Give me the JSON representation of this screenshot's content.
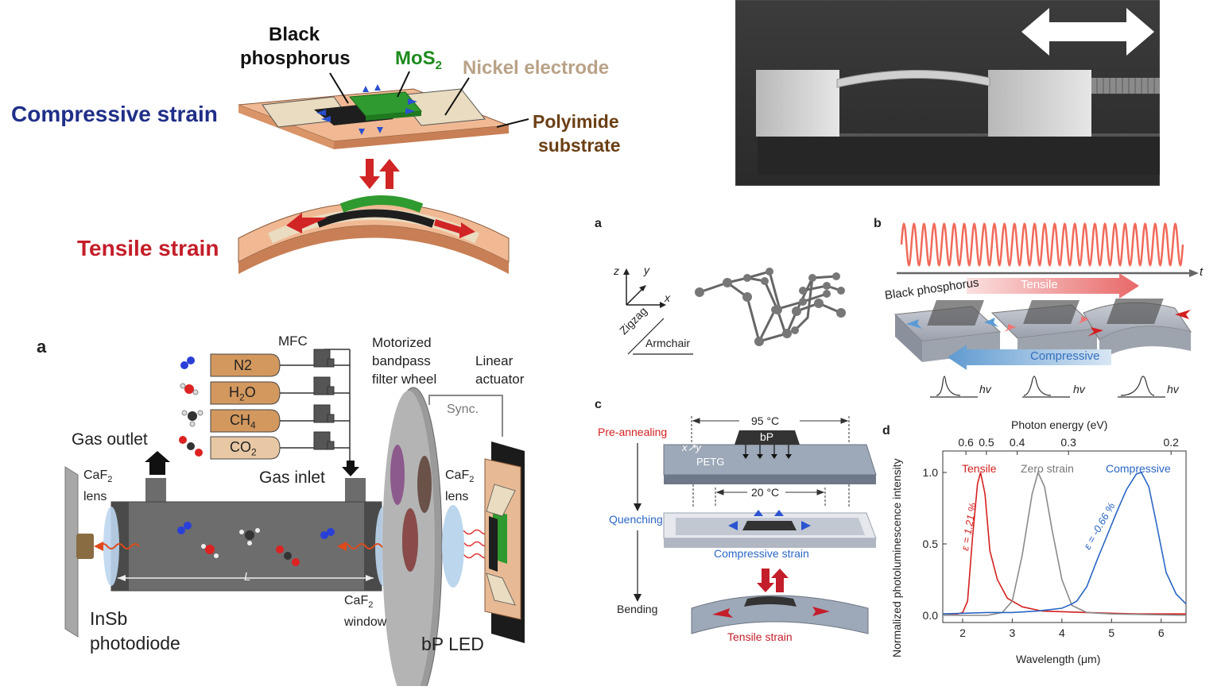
{
  "strain_fig": {
    "bp_label_1": "Black",
    "bp_label_2": "phosphorus",
    "mos2_label": "MoS",
    "mos2_sub": "2",
    "nickel_label": "Nickel electrode",
    "compressive_label": "Compressive strain",
    "polyimide_label_1": "Polyimide",
    "polyimide_label_2": "substrate",
    "tensile_label": "Tensile strain"
  },
  "gas_fig": {
    "panel_letter": "a",
    "mfc": "MFC",
    "gases": [
      {
        "label": "N2"
      },
      {
        "label": "H",
        "sub": "2",
        "tail": "O"
      },
      {
        "label": "CH",
        "sub": "4",
        "tail": ""
      },
      {
        "label": "CO",
        "sub": "2",
        "tail": ""
      }
    ],
    "motorized_1": "Motorized",
    "motorized_2": "bandpass",
    "motorized_3": "filter wheel",
    "linear_1": "Linear",
    "linear_2": "actuator",
    "sync": "Sync.",
    "gas_outlet": "Gas outlet",
    "gas_inlet": "Gas inlet",
    "caf2": "CaF",
    "caf2_sub": "2",
    "lens": "lens",
    "window": "window",
    "length": "L",
    "insb_1": "InSb",
    "insb_2": "photodiode",
    "bp_led": "bP LED"
  },
  "fig_a": {
    "letter": "a",
    "axis_z": "z",
    "axis_y": "y",
    "axis_x": "x",
    "zigzag": "Zigzag",
    "armchair": "Armchair"
  },
  "fig_b": {
    "letter": "b",
    "t": "t",
    "black_phosphorus": "Black phosphorus",
    "tensile": "Tensile",
    "compressive": "Compressive",
    "hv": "hv"
  },
  "fig_c": {
    "letter": "c",
    "temp1": "95 °C",
    "temp2": "20 °C",
    "bp": "bP",
    "petg": "PETG",
    "axis_x": "x",
    "axis_y": "y",
    "pre_annealing": "Pre-annealing",
    "quenching": "Quenching",
    "bending": "Bending",
    "compressive_strain": "Compressive strain",
    "tensile_strain": "Tensile strain"
  },
  "chart_data": {
    "type": "line",
    "panel_letter": "d",
    "xlabel": "Wavelength (μm)",
    "ylabel": "Normalized photoluminescence intensity",
    "top_axis_label": "Photon energy (eV)",
    "xlim": [
      1.6,
      6.5
    ],
    "ylim": [
      -0.05,
      1.15
    ],
    "x_ticks": [
      2,
      3,
      4,
      5,
      6
    ],
    "y_ticks": [
      0.0,
      0.5,
      1.0
    ],
    "y_tick_labels": [
      "0.0",
      "0.5",
      "1.0"
    ],
    "top_ticks": [
      0.6,
      0.5,
      0.4,
      0.3,
      0.2
    ],
    "top_tick_labels": [
      "0.6",
      "0.5",
      "0.4",
      "0.3",
      "0.2"
    ],
    "series_labels": {
      "tensile": "Tensile",
      "zero": "Zero strain",
      "compressive": "Compressive",
      "tensile_eps": "ε = 1.21 %",
      "compressive_eps": "ε = -0.66 %"
    },
    "series": [
      {
        "name": "Tensile",
        "color": "#d42020",
        "x": [
          1.6,
          1.9,
          2.0,
          2.1,
          2.2,
          2.3,
          2.36,
          2.45,
          2.55,
          2.7,
          2.9,
          3.2,
          3.6,
          4.5,
          5.5,
          6.5
        ],
        "y": [
          0.01,
          0.01,
          0.02,
          0.1,
          0.55,
          0.92,
          1.0,
          0.85,
          0.45,
          0.25,
          0.12,
          0.06,
          0.03,
          0.02,
          0.01,
          0.01
        ]
      },
      {
        "name": "Zero strain",
        "color": "#8a8a8a",
        "x": [
          1.6,
          2.5,
          2.8,
          3.0,
          3.2,
          3.4,
          3.52,
          3.65,
          3.8,
          4.0,
          4.2,
          4.5,
          5.0,
          6.5
        ],
        "y": [
          0.0,
          0.0,
          0.02,
          0.1,
          0.42,
          0.85,
          1.0,
          0.9,
          0.6,
          0.25,
          0.07,
          0.02,
          0.01,
          0.0
        ]
      },
      {
        "name": "Compressive",
        "color": "#2a66c4",
        "x": [
          1.6,
          2.5,
          3.0,
          3.5,
          4.0,
          4.2,
          4.3,
          4.5,
          4.7,
          4.9,
          5.1,
          5.3,
          5.5,
          5.6,
          5.75,
          5.9,
          6.1,
          6.3,
          6.5
        ],
        "y": [
          0.01,
          0.02,
          0.02,
          0.03,
          0.05,
          0.08,
          0.1,
          0.2,
          0.38,
          0.55,
          0.72,
          0.88,
          0.99,
          1.0,
          0.9,
          0.65,
          0.3,
          0.15,
          0.08
        ]
      }
    ]
  }
}
